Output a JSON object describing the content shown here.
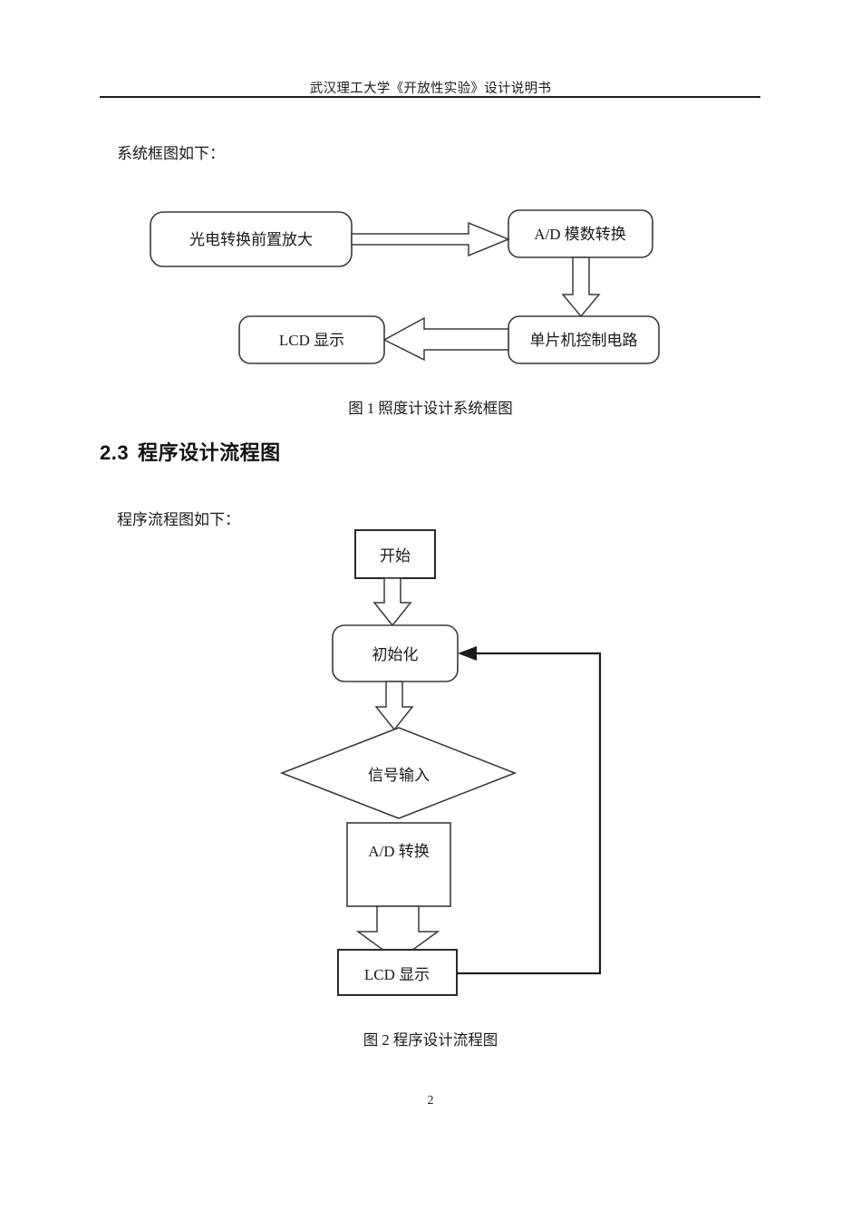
{
  "document": {
    "header": "武汉理工大学《开放性实验》设计说明书",
    "page_number": "2"
  },
  "paragraphs": {
    "system_intro": "系统框图如下：",
    "flow_intro": "程序流程图如下："
  },
  "heading": {
    "number": "2.3",
    "title": "程序设计流程图"
  },
  "figure1": {
    "caption": "图 1  照度计设计系统框图",
    "nodes": [
      {
        "id": "photo-amp",
        "label": "光电转换前置放大",
        "shape": "rounded-rect"
      },
      {
        "id": "ad-converter",
        "label": "A/D 模数转换",
        "shape": "rounded-rect"
      },
      {
        "id": "mcu-circuit",
        "label": "单片机控制电路",
        "shape": "rounded-rect"
      },
      {
        "id": "lcd-display",
        "label": "LCD 显示",
        "shape": "rounded-rect"
      }
    ],
    "edges": [
      {
        "from": "photo-amp",
        "to": "ad-converter",
        "direction": "right",
        "style": "hollow-block-arrow"
      },
      {
        "from": "ad-converter",
        "to": "mcu-circuit",
        "direction": "down",
        "style": "hollow-block-arrow"
      },
      {
        "from": "mcu-circuit",
        "to": "lcd-display",
        "direction": "left",
        "style": "hollow-block-arrow"
      }
    ]
  },
  "figure2": {
    "caption": "图 2  程序设计流程图",
    "nodes": [
      {
        "id": "start",
        "label": "开始",
        "shape": "rect"
      },
      {
        "id": "init",
        "label": "初始化",
        "shape": "rounded-rect"
      },
      {
        "id": "signal-input",
        "label": "信号输入",
        "shape": "diamond"
      },
      {
        "id": "ad-convert",
        "label": "A/D 转换",
        "shape": "rect"
      },
      {
        "id": "lcd-show",
        "label": "LCD 显示",
        "shape": "rect"
      }
    ],
    "edges": [
      {
        "from": "start",
        "to": "init",
        "direction": "down",
        "style": "hollow-block-arrow"
      },
      {
        "from": "init",
        "to": "signal-input",
        "direction": "down",
        "style": "hollow-block-arrow"
      },
      {
        "from": "signal-input",
        "to": "ad-convert",
        "direction": "down",
        "style": "plain"
      },
      {
        "from": "ad-convert",
        "to": "lcd-show",
        "direction": "down",
        "style": "hollow-block-arrow"
      },
      {
        "from": "lcd-show",
        "to": "init",
        "direction": "feedback-loop",
        "style": "solid-line-arrow"
      }
    ]
  },
  "colors": {
    "text": "#1a1a1a",
    "shape_stroke": "#3a3a3a",
    "page_background": "#ffffff"
  }
}
